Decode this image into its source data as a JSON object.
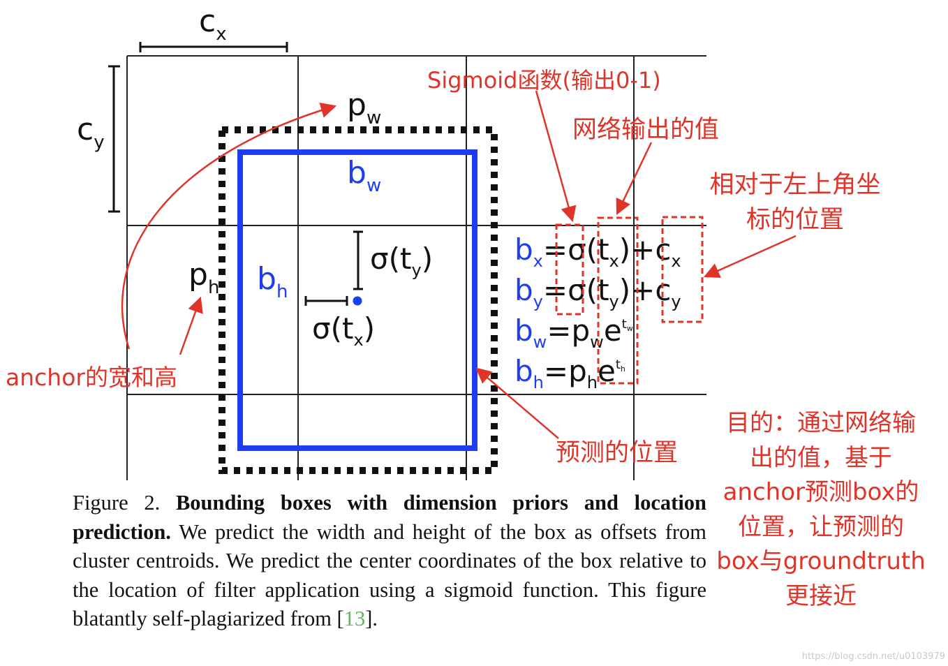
{
  "diagram": {
    "labels": {
      "cx": "c",
      "cx_sub": "x",
      "cy": "c",
      "cy_sub": "y",
      "pw": "p",
      "pw_sub": "w",
      "ph": "p",
      "ph_sub": "h",
      "bw": "b",
      "bw_sub": "w",
      "bh": "b",
      "bh_sub": "h",
      "sigma_ty": "σ(t",
      "sigma_ty_sub": "y",
      "sigma_ty_close": ")",
      "sigma_tx": "σ(t",
      "sigma_tx_sub": "x",
      "sigma_tx_close": ")"
    },
    "equations": [
      {
        "lhs": "b",
        "lhs_sub": "x",
        "rhs_a": "=σ(t",
        "rhs_a_sub": "x",
        "rhs_b": ")+c",
        "rhs_b_sub": "x"
      },
      {
        "lhs": "b",
        "lhs_sub": "y",
        "rhs_a": "=σ(t",
        "rhs_a_sub": "y",
        "rhs_b": ")+c",
        "rhs_b_sub": "y"
      },
      {
        "lhs": "b",
        "lhs_sub": "w",
        "rhs_a": "=p",
        "rhs_a_sub": "w",
        "rhs_b": "e",
        "exp": "t",
        "exp_sub": "w"
      },
      {
        "lhs": "b",
        "lhs_sub": "h",
        "rhs_a": "=p",
        "rhs_a_sub": "h",
        "rhs_b": "e",
        "exp": "t",
        "exp_sub": "h"
      }
    ],
    "colors": {
      "blue": "#1f3df0",
      "red": "#e03428",
      "black": "#111111",
      "grid": "#222222",
      "link": "#5cb85c"
    }
  },
  "annotations": {
    "sigmoid": "Sigmoid函数(输出0-1)",
    "network_output": "网络输出的值",
    "relative_line1": "相对于左上角坐",
    "relative_line2": "标的位置",
    "anchor": "anchor的宽和高",
    "predicted": "预测的位置",
    "purpose_lines": [
      "目的：通过网络输",
      "出的值，基于",
      "anchor预测box的",
      "位置，让预测的",
      "box与groundtruth",
      "更接近"
    ]
  },
  "caption": {
    "figure_label": "Figure 2.",
    "bold_text": "Bounding boxes with dimension priors and location prediction.",
    "body": "We predict the width and height of the box as offsets from cluster centroids. We predict the center coordinates of the box relative to the location of filter application using a sigmoid function. This figure blatantly self-plagiarized from [",
    "ref": "13",
    "end": "]."
  },
  "watermark": "https://blog.csdn.net/u0103979"
}
